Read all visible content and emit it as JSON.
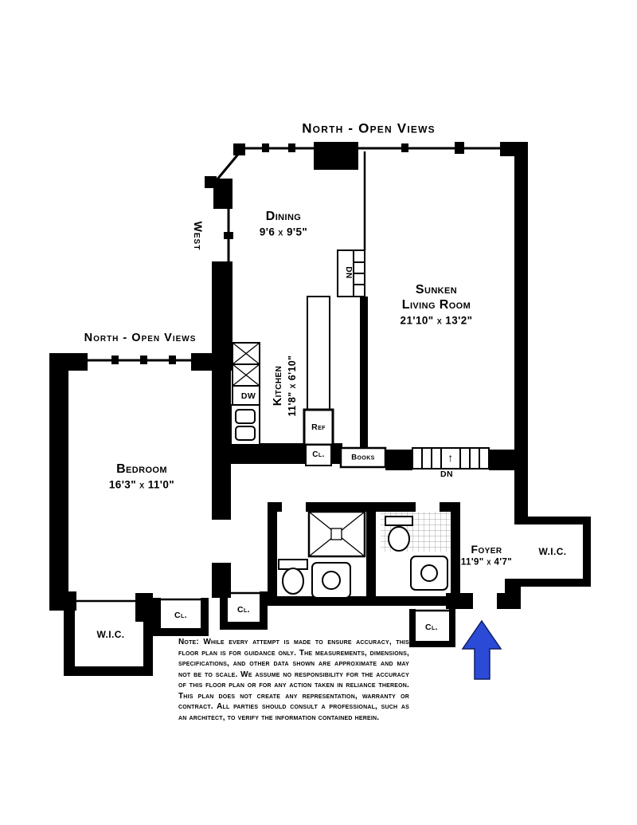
{
  "title_labels": {
    "north_top": "North - Open Views",
    "north_left": "North - Open Views",
    "west": "West"
  },
  "rooms": {
    "dining": {
      "name": "Dining",
      "dims": "9'6 x 9'5\""
    },
    "living": {
      "line1": "Sunken",
      "line2": "Living Room",
      "dims": "21'10\" x 13'2\""
    },
    "kitchen": {
      "name": "Kitchen",
      "dims": "11'8\" x 6'10\""
    },
    "bedroom": {
      "name": "Bedroom",
      "dims": "16'3\" x 11'0\""
    },
    "foyer": {
      "name": "Foyer",
      "dims": "11'9\" x 4'7\""
    },
    "wic_left": {
      "name": "W.I.C."
    },
    "wic_right": {
      "name": "W.I.C."
    }
  },
  "fixtures": {
    "dw": "DW",
    "ref": "Ref",
    "books": "Books",
    "cl_kitchen": "Cl.",
    "cl_bedroom_1": "Cl.",
    "cl_bedroom_2": "Cl.",
    "cl_foyer": "Cl.",
    "dn_upper": "DN",
    "dn_lower": "DN",
    "stair_up_arrow": "↑"
  },
  "note": "Note: While every attempt is made to ensure accuracy, this floor plan is for guidance only. The measurements, dimensions, specifications, and other data shown are approximate and may not be to scale. We assume no responsibility for the accuracy of this floor plan or for any action taken in reliance thereon. This plan does not create any representation, warranty or contract. All parties should consult a professional, such as an architect, to verify the information contained herein.",
  "colors": {
    "walls": "#000000",
    "entry_arrow": "#2b4bd7",
    "background": "#ffffff"
  }
}
